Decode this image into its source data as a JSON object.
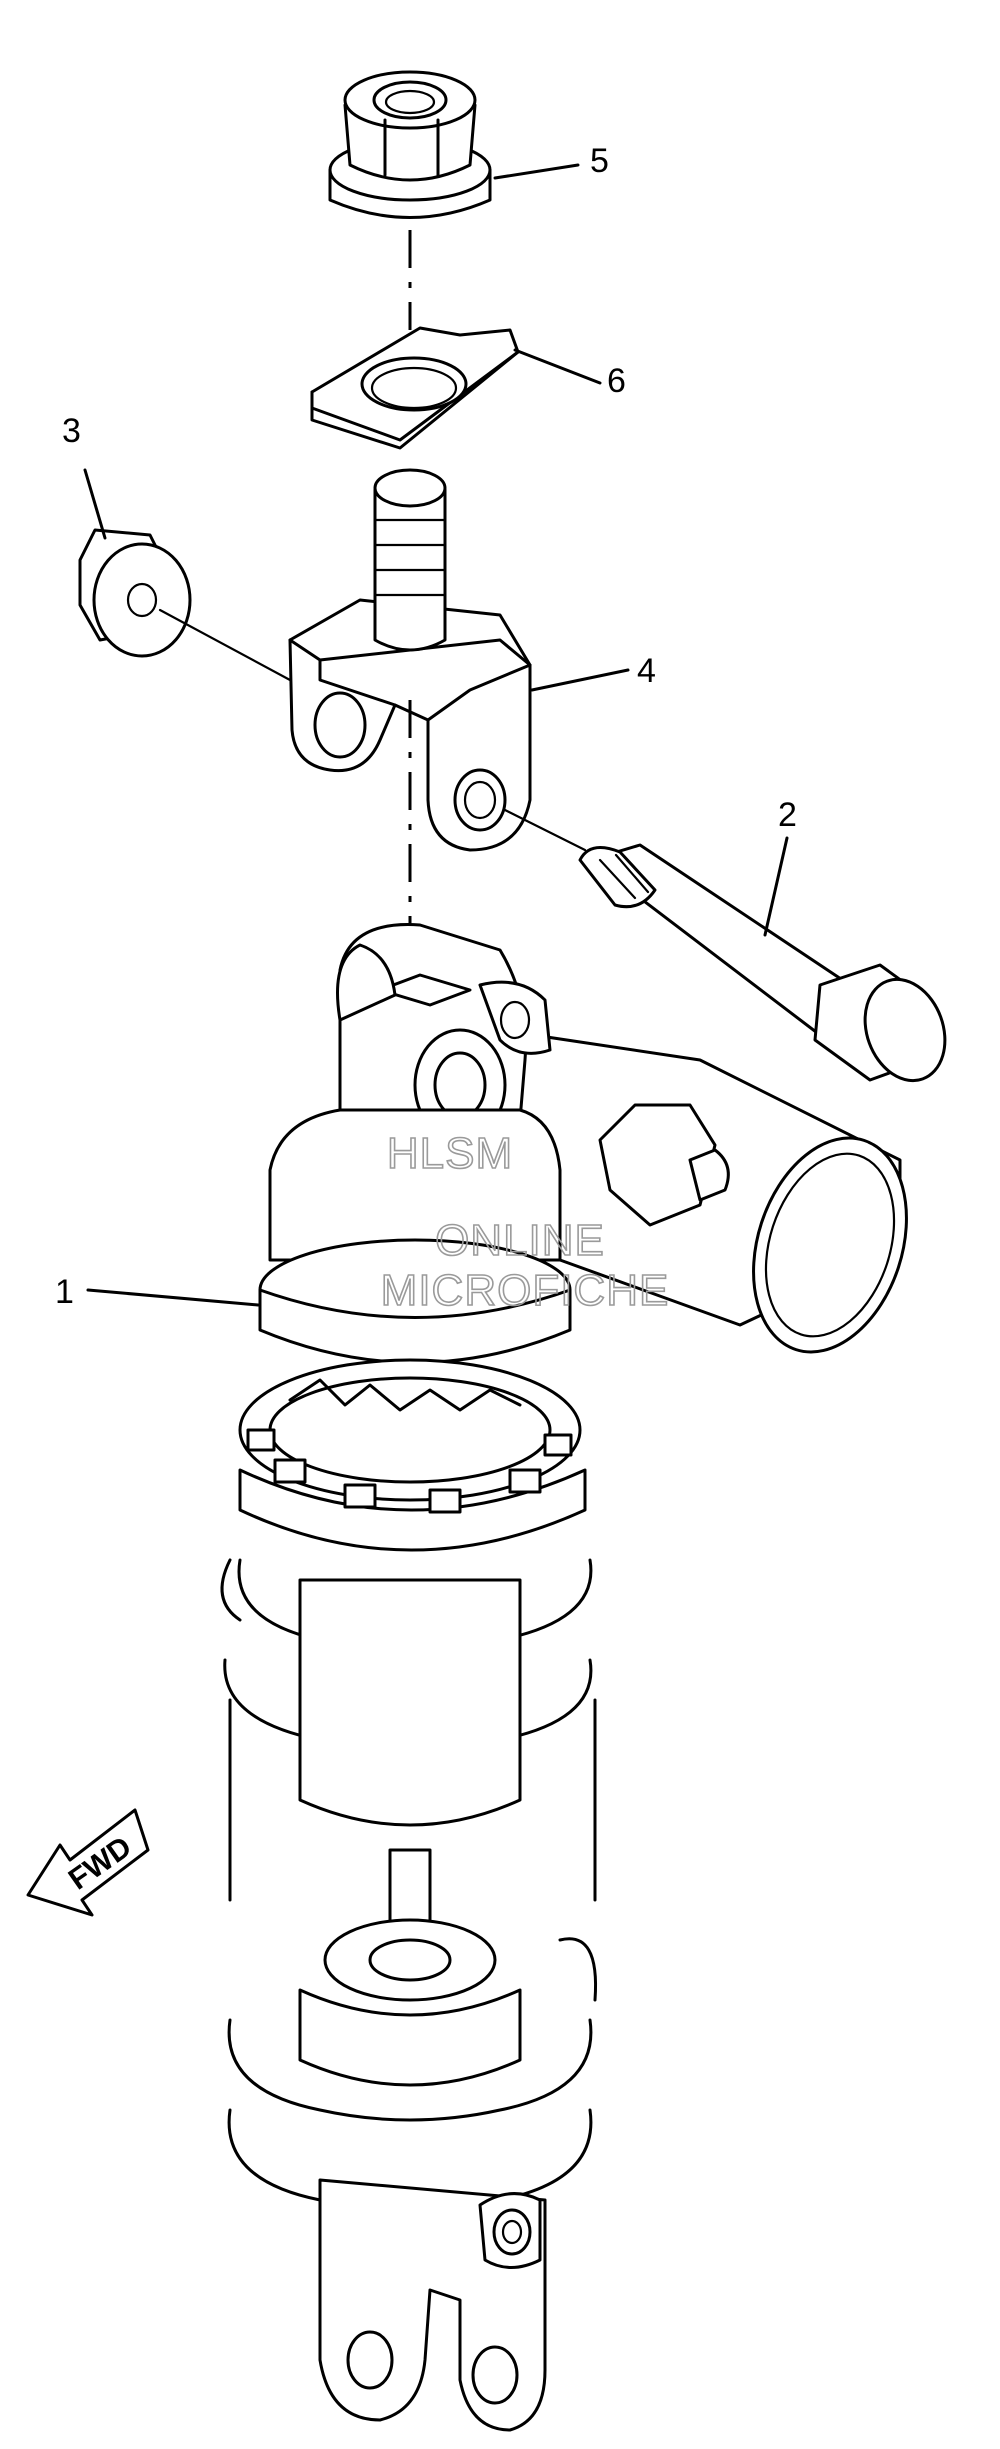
{
  "callouts": [
    {
      "id": "1",
      "label": "1"
    },
    {
      "id": "2",
      "label": "2"
    },
    {
      "id": "3",
      "label": "3"
    },
    {
      "id": "4",
      "label": "4"
    },
    {
      "id": "5",
      "label": "5"
    },
    {
      "id": "6",
      "label": "6"
    }
  ],
  "watermark": {
    "line1": "HLSM",
    "line2": "ONLINE",
    "line3": "MICROFICHE"
  },
  "fwd_label": "FWD"
}
